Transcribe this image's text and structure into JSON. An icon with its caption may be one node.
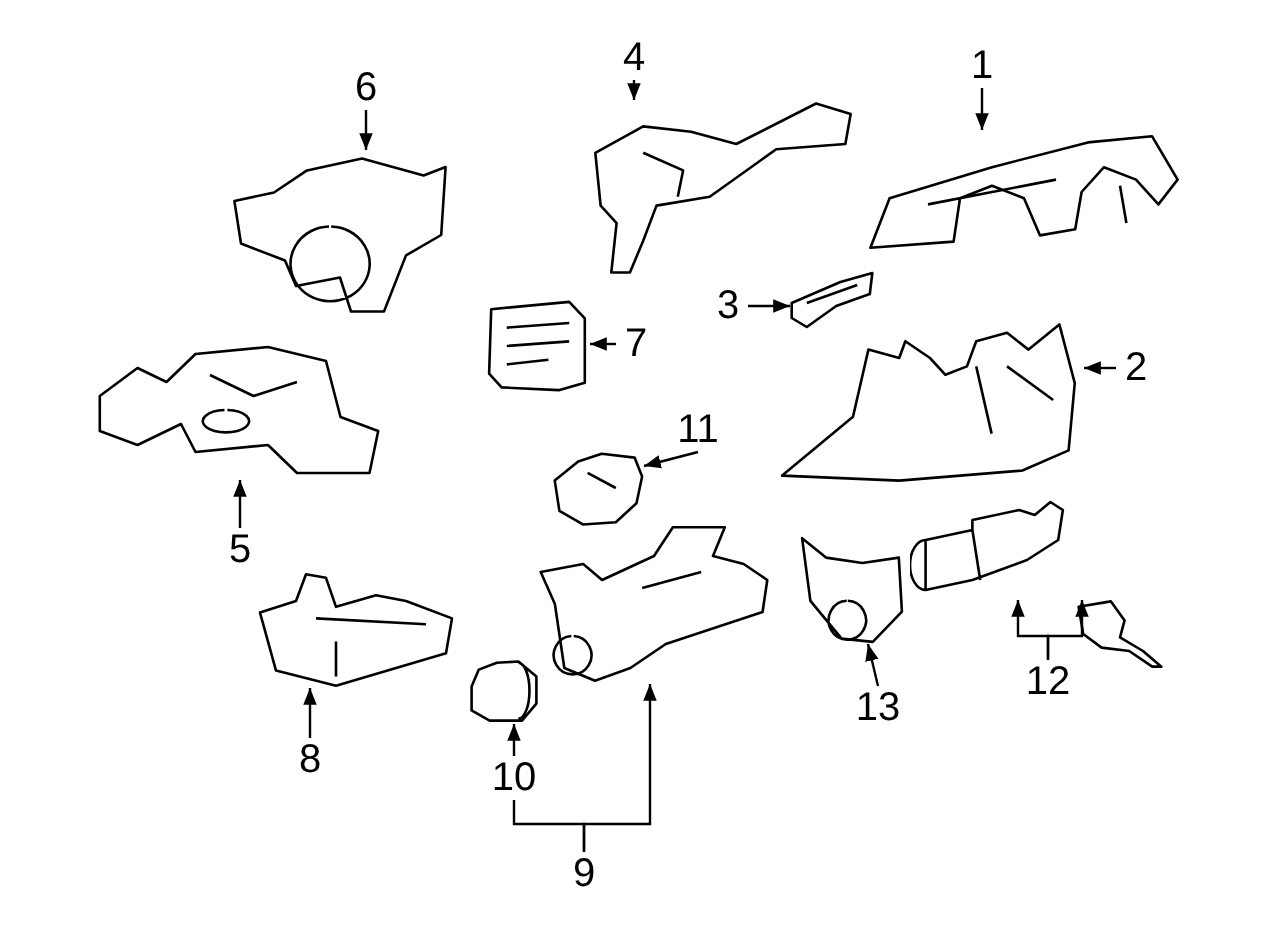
{
  "diagram": {
    "nodes": [
      {
        "text": [
          "1"
        ]
      },
      {
        "text": [],
        "shape": "picture"
      },
      {
        "text": [
          "2"
        ]
      },
      {
        "text": [],
        "shape": "picture"
      },
      {
        "text": [
          "3"
        ]
      },
      {
        "text": [],
        "shape": "picture"
      },
      {
        "text": [
          "4"
        ]
      },
      {
        "text": [],
        "shape": "picture"
      },
      {
        "text": [
          "5"
        ]
      },
      {
        "text": [],
        "shape": "picture"
      },
      {
        "text": [
          "6"
        ]
      },
      {
        "text": [],
        "shape": "picture"
      },
      {
        "text": [
          "7"
        ]
      },
      {
        "text": [],
        "shape": "picture"
      },
      {
        "text": [
          "8"
        ]
      },
      {
        "text": [],
        "shape": "picture"
      },
      {
        "text": [
          "9"
        ]
      },
      {
        "text": [
          "10"
        ]
      },
      {
        "text": [],
        "shape": "picture"
      },
      {
        "text": [],
        "shape": "picture"
      },
      {
        "text": [
          "11"
        ]
      },
      {
        "text": [],
        "shape": "picture"
      },
      {
        "text": [
          "12"
        ]
      },
      {
        "text": [],
        "shape": "picture"
      },
      {
        "text": [],
        "shape": "picture"
      },
      {
        "text": [
          "13"
        ]
      },
      {
        "text": [],
        "shape": "picture"
      }
    ],
    "edges": [
      {
        "from": 0,
        "to": 1,
        "arrow": "to"
      },
      {
        "from": 2,
        "to": 3,
        "arrow": "to"
      },
      {
        "from": 4,
        "to": 5,
        "arrow": "to"
      },
      {
        "from": 6,
        "to": 7,
        "arrow": "to"
      },
      {
        "from": 8,
        "to": 9,
        "arrow": "to"
      },
      {
        "from": 10,
        "to": 11,
        "arrow": "to"
      },
      {
        "from": 12,
        "to": 13,
        "arrow": "to"
      },
      {
        "from": 14,
        "to": 15,
        "arrow": "to"
      },
      {
        "from": 16,
        "to": 17,
        "arrow": "none"
      },
      {
        "from": 16,
        "to": 19,
        "arrow": "to"
      },
      {
        "from": 17,
        "to": 18,
        "arrow": "to"
      },
      {
        "from": 20,
        "to": 21,
        "arrow": "to"
      },
      {
        "from": 22,
        "to": 23,
        "arrow": "to"
      },
      {
        "from": 22,
        "to": 24,
        "arrow": "to"
      },
      {
        "from": 25,
        "to": 26,
        "arrow": "to"
      }
    ]
  }
}
